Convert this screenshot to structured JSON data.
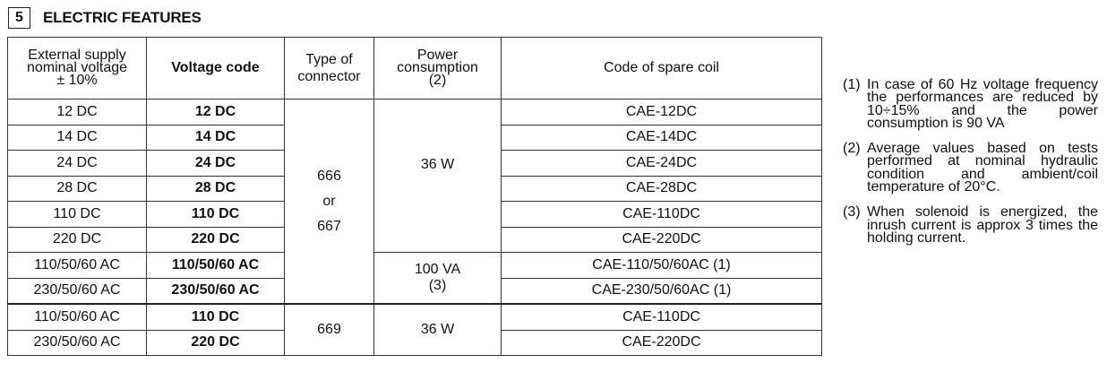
{
  "section": {
    "number": "5",
    "title": "ELECTRIC FEATURES"
  },
  "headers": {
    "voltage": [
      "External supply",
      "nominal voltage",
      "± 10%"
    ],
    "code": "Voltage code",
    "connector": [
      "Type of",
      "connector"
    ],
    "power": [
      "Power",
      "consumption",
      "(2)"
    ],
    "coil": "Code of spare coil"
  },
  "rows": [
    {
      "voltage": "12 DC",
      "code": "12 DC",
      "coil": "CAE-12DC"
    },
    {
      "voltage": "14 DC",
      "code": "14 DC",
      "coil": "CAE-14DC"
    },
    {
      "voltage": "24 DC",
      "code": "24 DC",
      "coil": "CAE-24DC"
    },
    {
      "voltage": "28 DC",
      "code": "28 DC",
      "coil": "CAE-28DC"
    },
    {
      "voltage": "110 DC",
      "code": "110 DC",
      "coil": "CAE-110DC"
    },
    {
      "voltage": "220 DC",
      "code": "220 DC",
      "coil": "CAE-220DC"
    },
    {
      "voltage": "110/50/60 AC",
      "code": "110/50/60 AC",
      "coil": "CAE-110/50/60AC (1)"
    },
    {
      "voltage": "230/50/60 AC",
      "code": "230/50/60 AC",
      "coil": "CAE-230/50/60AC (1)"
    },
    {
      "voltage": "110/50/60 AC",
      "code": "110 DC",
      "coil": "CAE-110DC"
    },
    {
      "voltage": "230/50/60 AC",
      "code": "220 DC",
      "coil": "CAE-220DC"
    }
  ],
  "groups": {
    "connector_a": [
      "666",
      "or",
      "667"
    ],
    "connector_b": "669",
    "power_a": "36 W",
    "power_b": [
      "100 VA",
      "(3)"
    ],
    "power_c": "36 W"
  },
  "notes": [
    {
      "key": "(1)",
      "text": "In case of 60 Hz voltage frequency the performances are reduced by 10÷15% and the power consumption is 90 VA"
    },
    {
      "key": "(2)",
      "text": "Average values based on tests performed at nominal hydraulic condition and ambient/coil temperature of 20°C."
    },
    {
      "key": "(3)",
      "text": "When solenoid is energized, the inrush current is approx 3 times the holding current."
    }
  ]
}
